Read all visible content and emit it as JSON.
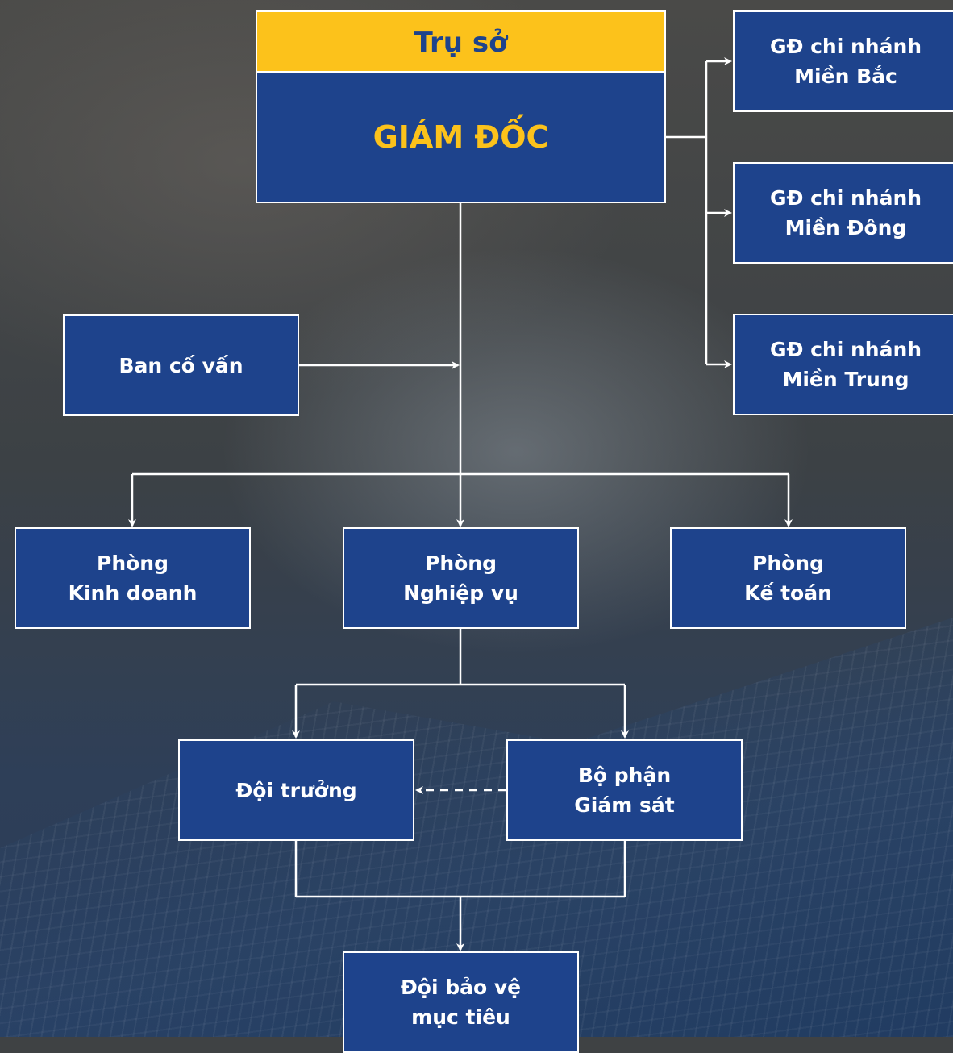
{
  "headquarters": {
    "label": "Trụ sở",
    "title": "GIÁM ĐỐC"
  },
  "branches": [
    {
      "line1": "GĐ chi nhánh",
      "line2": "Miền Bắc"
    },
    {
      "line1": "GĐ chi nhánh",
      "line2": "Miền Đông"
    },
    {
      "line1": "GĐ chi nhánh",
      "line2": "Miền Trung"
    }
  ],
  "advisory": {
    "label": "Ban cố vấn"
  },
  "departments": [
    {
      "line1": "Phòng",
      "line2": "Kinh doanh"
    },
    {
      "line1": "Phòng",
      "line2": "Nghiệp vụ"
    },
    {
      "line1": "Phòng",
      "line2": "Kế toán"
    }
  ],
  "team_leader": {
    "label": "Đội trưởng"
  },
  "supervision": {
    "line1": "Bộ phận",
    "line2": "Giám sát"
  },
  "guard_team": {
    "line1": "Đội bảo vệ",
    "line2": "mục tiêu"
  },
  "colors": {
    "box": "#1e438c",
    "accent": "#fcc21b",
    "line": "#ffffff"
  }
}
